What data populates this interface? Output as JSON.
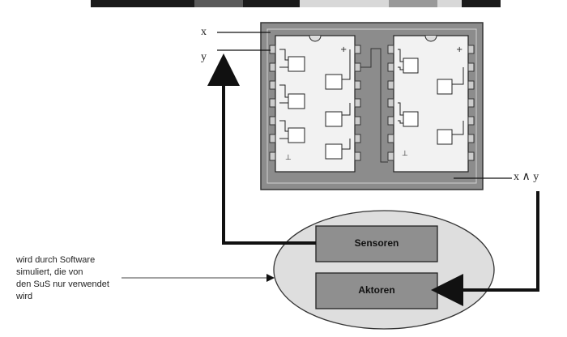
{
  "labels": {
    "x": "x",
    "y": "y",
    "output": "x ∧ y"
  },
  "boxes": {
    "sensors": "Sensoren",
    "actors": "Aktoren"
  },
  "note": {
    "lines": [
      "wird durch Software",
      "simuliert, die von",
      "den SuS nur verwendet",
      "wird"
    ]
  },
  "colors": {
    "board": "#8c8c8c",
    "chip": "#f2f2f2",
    "ellipse": "#dedede",
    "box": "#8f8f8f",
    "arrow": "#111111"
  }
}
